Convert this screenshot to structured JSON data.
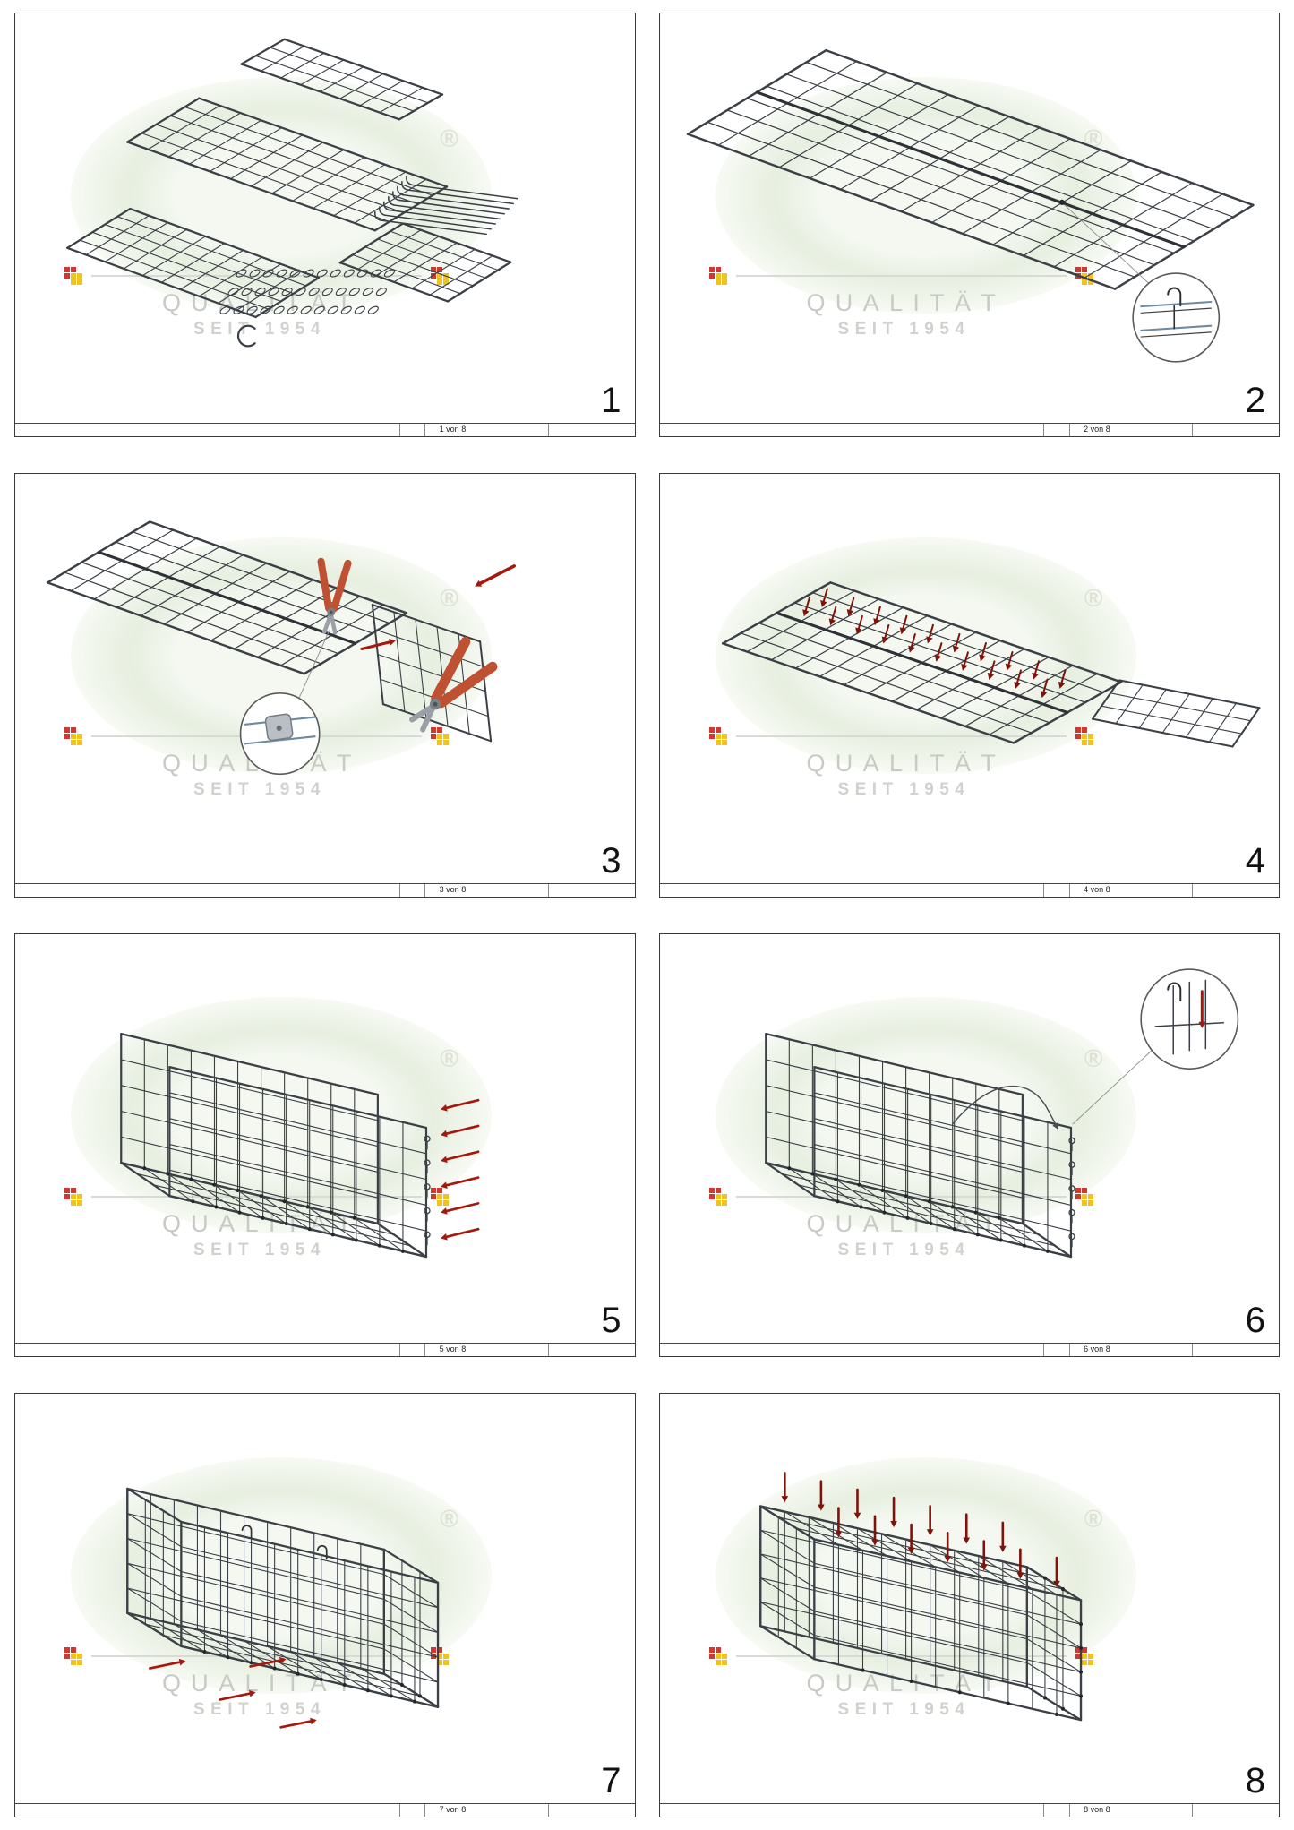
{
  "watermark": {
    "brand_word": "QUALITÄT",
    "brand_line2": "SEIT 1954",
    "registered_mark": "®",
    "checker_red": "#d03a2e",
    "checker_yellow": "#f2c21e"
  },
  "panels": [
    {
      "step": "1",
      "footer": "1 von 8"
    },
    {
      "step": "2",
      "footer": "2 von 8"
    },
    {
      "step": "3",
      "footer": "3 von 8"
    },
    {
      "step": "4",
      "footer": "4 von 8"
    },
    {
      "step": "5",
      "footer": "5 von 8"
    },
    {
      "step": "6",
      "footer": "6 von 8"
    },
    {
      "step": "7",
      "footer": "7 von 8"
    },
    {
      "step": "8",
      "footer": "8 von 8"
    }
  ],
  "colors": {
    "mesh": "#3b4046",
    "seam": "#2e3237",
    "arrow_red": "#a5180e",
    "arrow_dark": "#7f130a",
    "plier_handle": "#c05032",
    "plier_metal": "#9aa0a6",
    "wire_blue": "#6b8ba4",
    "clip_dot": "#23272b",
    "magnifier_stroke": "#5a5a5a",
    "leader": "#909090"
  }
}
